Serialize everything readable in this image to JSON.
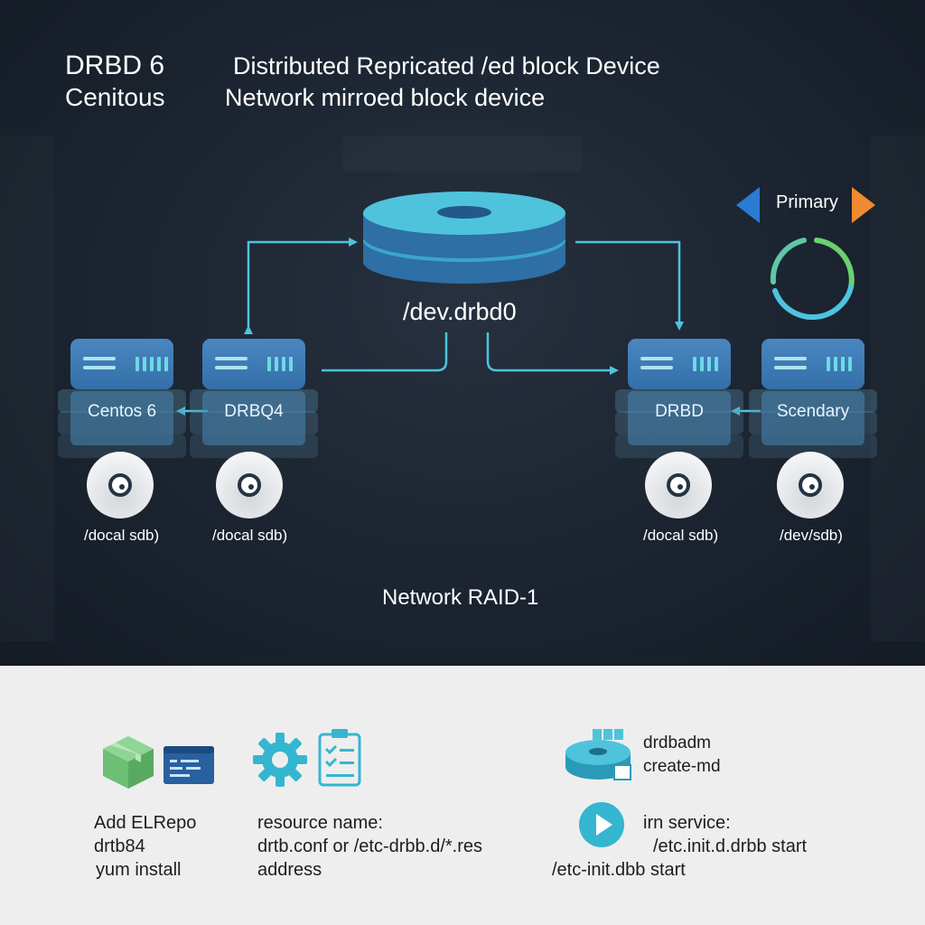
{
  "header": {
    "title_main": "DRBD 6",
    "title_sub": "Cenitous",
    "description": "Distributed Repricated /ed block Device",
    "description_sub": "Network mirroed block device"
  },
  "shared_device": {
    "label": "/dev.drbd0",
    "icon": "disk-stack-icon"
  },
  "status": {
    "label": "Primary",
    "left_arrow_color": "#2a7bd1",
    "right_arrow_color": "#f08a30",
    "ring_colors": [
      "#6ad06e",
      "#4fc3dc"
    ]
  },
  "nodes": [
    {
      "label": "Centos 6",
      "disk_path": "/docal sdb)"
    },
    {
      "label": "DRBQ4",
      "disk_path": "/docal sdb)"
    },
    {
      "label": "DRBD",
      "disk_path": "/docal sdb)"
    },
    {
      "label": "Scendary",
      "disk_path": "/dev/sdb)"
    }
  ],
  "network_label": "Network RAID-1",
  "steps": {
    "install": {
      "lines": [
        "Add ELRepo",
        "drtb84",
        "yum install"
      ],
      "icons": [
        "package-box-icon",
        "terminal-window-icon"
      ]
    },
    "config": {
      "lines": [
        "resource name:",
        "drtb.conf or /etc-drbb.d/*.res",
        "address"
      ],
      "icons": [
        "gear-icon",
        "checklist-icon"
      ]
    },
    "create": {
      "lines": [
        "drdbadm",
        "create-md"
      ],
      "icons": [
        "disk-create-icon"
      ]
    },
    "service": {
      "lines": [
        "irn service:",
        "/etc.init.d.drbb start",
        "/etc-init.dbb start"
      ],
      "icons": [
        "play-icon"
      ]
    }
  },
  "colors": {
    "accent_cyan": "#4fc3dc",
    "server_blue": "#3d7bb5",
    "panel_dark": "#1b2430",
    "steps_bg": "#eeeeee"
  }
}
